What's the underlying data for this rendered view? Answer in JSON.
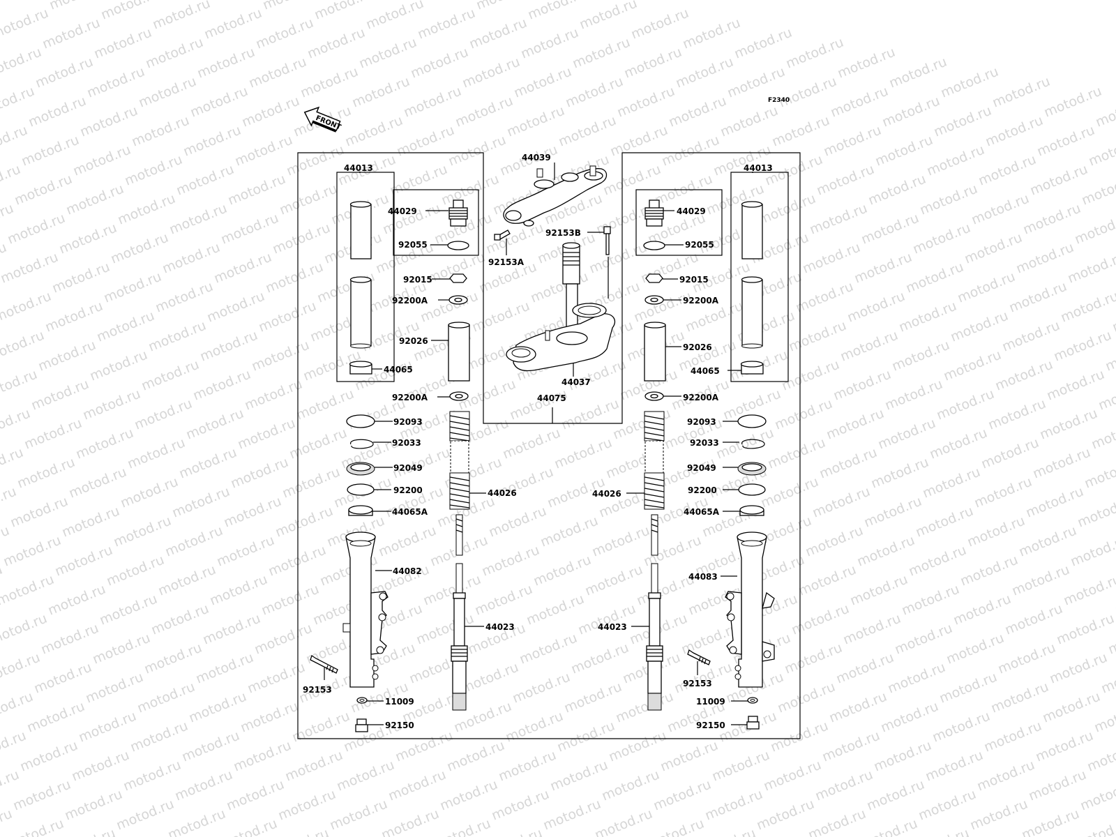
{
  "diagram_code": "F2340",
  "front_label": "FRONT",
  "watermark_text": "motod.ru",
  "labels": {
    "l_44013": "44013",
    "l_44029": "44029",
    "l_92055": "92055",
    "l_92015": "92015",
    "l_92200A_top": "92200A",
    "l_92026": "92026",
    "l_44065": "44065",
    "l_92200A_low": "92200A",
    "l_92093": "92093",
    "l_92033": "92033",
    "l_92049": "92049",
    "l_92200": "92200",
    "l_44065A": "44065A",
    "l_44082": "44082",
    "l_44026": "44026",
    "l_44023": "44023",
    "l_92153": "92153",
    "l_11009": "11009",
    "l_92150": "92150",
    "c_44039": "44039",
    "c_92153B": "92153B",
    "c_92153A": "92153A",
    "c_44037": "44037",
    "c_44075": "44075",
    "r_44013": "44013",
    "r_44029": "44029",
    "r_92055": "92055",
    "r_92015": "92015",
    "r_92200A_top": "92200A",
    "r_92026": "92026",
    "r_44065": "44065",
    "r_92200A_low": "92200A",
    "r_92093": "92093",
    "r_92033": "92033",
    "r_92049": "92049",
    "r_92200": "92200",
    "r_44065A": "44065A",
    "r_44083": "44083",
    "r_44026": "44026",
    "r_44023": "44023",
    "r_92153": "92153",
    "r_11009": "11009",
    "r_92150": "92150"
  }
}
